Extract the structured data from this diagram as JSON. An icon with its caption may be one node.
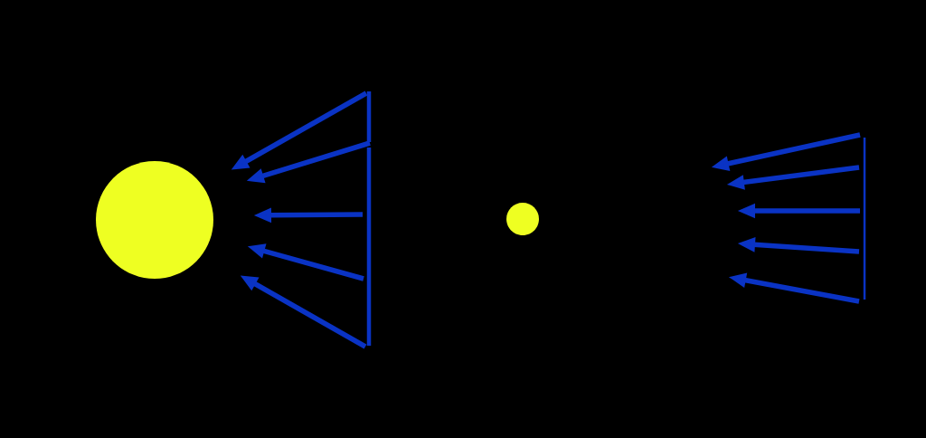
{
  "diagram": {
    "nodes": [
      {
        "text": [],
        "shape": "circle"
      },
      {
        "text": [],
        "shape": "bar"
      },
      {
        "text": [],
        "shape": "circle"
      },
      {
        "text": [],
        "shape": "bar"
      }
    ],
    "edges": [
      {
        "from": 1,
        "to": 0,
        "arrow": "to"
      },
      {
        "from": 1,
        "to": 0,
        "arrow": "to"
      },
      {
        "from": 1,
        "to": 0,
        "arrow": "to"
      },
      {
        "from": 1,
        "to": 0,
        "arrow": "to"
      },
      {
        "from": 1,
        "to": 0,
        "arrow": "to"
      },
      {
        "from": 3,
        "to": null,
        "arrow": "to"
      },
      {
        "from": 3,
        "to": null,
        "arrow": "to"
      },
      {
        "from": 3,
        "to": null,
        "arrow": "to"
      },
      {
        "from": 3,
        "to": null,
        "arrow": "to"
      },
      {
        "from": 3,
        "to": null,
        "arrow": "to"
      }
    ]
  }
}
